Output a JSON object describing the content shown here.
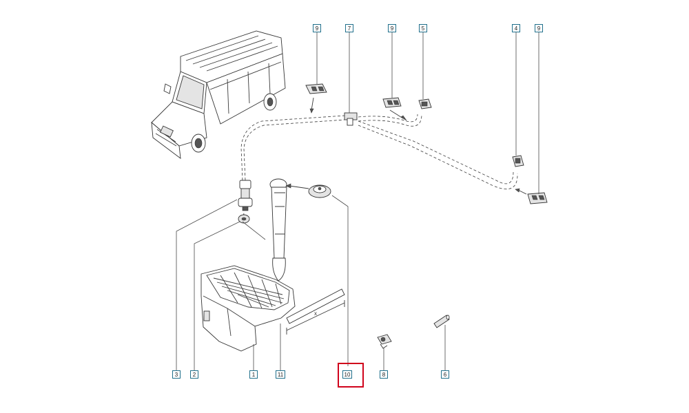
{
  "diagram": {
    "callouts": [
      {
        "id": "callout-9-a",
        "label": "9"
      },
      {
        "id": "callout-7",
        "label": "7"
      },
      {
        "id": "callout-9-b",
        "label": "9"
      },
      {
        "id": "callout-5",
        "label": "5"
      },
      {
        "id": "callout-4",
        "label": "4"
      },
      {
        "id": "callout-9-c",
        "label": "9"
      },
      {
        "id": "callout-3",
        "label": "3"
      },
      {
        "id": "callout-2",
        "label": "2"
      },
      {
        "id": "callout-1",
        "label": "1"
      },
      {
        "id": "callout-11",
        "label": "11"
      },
      {
        "id": "callout-10",
        "label": "10"
      },
      {
        "id": "callout-8",
        "label": "8"
      },
      {
        "id": "callout-6",
        "label": "6"
      }
    ],
    "dimension_label": "x",
    "highlighted_part": "10",
    "colors": {
      "callout_border": "#1f6f8b",
      "highlight": "#d0021b",
      "line": "#3a3a3a"
    }
  }
}
